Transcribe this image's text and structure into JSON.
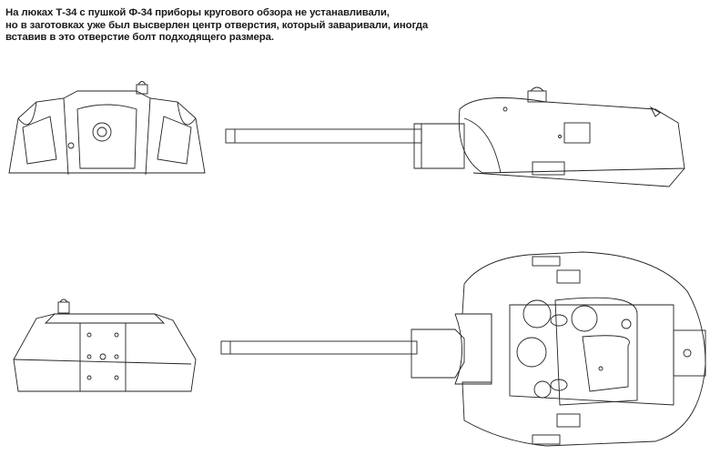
{
  "caption": {
    "lines": [
      "На люках Т-34 с пушкой Ф-34 приборы кругового обзора не устанавливали,",
      "но в заготовках уже был высверлен центр отверстия, который заваривали, иногда",
      "вставив в это отверстие болт подходящего размера."
    ]
  },
  "figures": [
    {
      "view": "front",
      "subject": "turret"
    },
    {
      "view": "left-side",
      "subject": "turret-with-gun"
    },
    {
      "view": "rear",
      "subject": "turret"
    },
    {
      "view": "top",
      "subject": "turret-with-gun"
    }
  ]
}
